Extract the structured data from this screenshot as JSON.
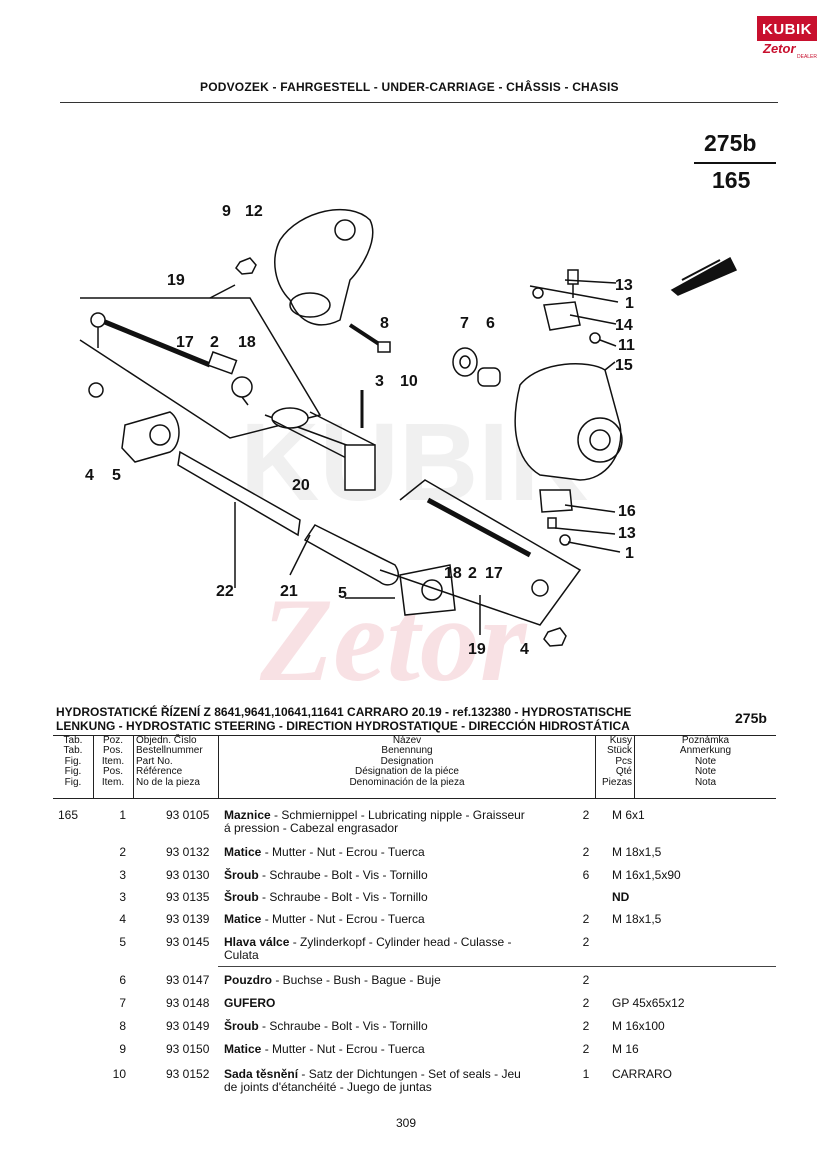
{
  "logo": {
    "brand": "KUBIK",
    "sub": "Zetor",
    "tag": "DEALER"
  },
  "header": {
    "title": "PODVOZEK - FAHRGESTELL - UNDER-CARRIAGE - CHÂSSIS - CHASIS"
  },
  "page_ref": {
    "top": "275b",
    "bottom": "165"
  },
  "diagram": {
    "callouts": [
      "9",
      "12",
      "19",
      "17",
      "2",
      "18",
      "8",
      "7",
      "6",
      "13",
      "1",
      "14",
      "11",
      "15",
      "3",
      "10",
      "4",
      "5",
      "20",
      "22",
      "21",
      "5",
      "18",
      "2",
      "17",
      "16",
      "13",
      "1",
      "19",
      "4"
    ]
  },
  "section": {
    "title_line1": "HYDROSTATICKÉ ŘÍZENÍ Z 8641,9641,10641,11641 CARRARO 20.19 - ref.132380 - HYDROSTATISCHE",
    "title_line2": "LENKUNG - HYDROSTATIC STEERING - DIRECTION HYDROSTATIQUE - DIRECCIÓN HIDROSTÁTICA",
    "ref": "275b"
  },
  "columns": {
    "tab": [
      "Tab.",
      "Tab.",
      "Fig.",
      "Fig.",
      "Fig."
    ],
    "poz": [
      "Poz.",
      "Pos.",
      "Item.",
      "Pos.",
      "Item."
    ],
    "obj": [
      "Objedn. Číslo",
      "Bestellnummer",
      "Part No.",
      "Référence",
      "No de la pieza"
    ],
    "nazev": [
      "Název",
      "Benennung",
      "Designation",
      "Désignation de la piéce",
      "Denominación de la pieza"
    ],
    "kusy": [
      "Kusy",
      "Stück",
      "Pcs",
      "Qté",
      "Piezas"
    ],
    "pozn": [
      "Poznámka",
      "Anmerkung",
      "Note",
      "Note",
      "Nota"
    ]
  },
  "rows": [
    {
      "tab": "165",
      "pos": "1",
      "part": "93 0105",
      "name": "Maznice",
      "rest": " - Schmiernippel - Lubricating nipple - Graisseur",
      "line2": "á pression - Cabezal engrasador",
      "qty": "2",
      "note": "M 6x1"
    },
    {
      "tab": "",
      "pos": "2",
      "part": "93 0132",
      "name": "Matice",
      "rest": " - Mutter - Nut - Ecrou - Tuerca",
      "line2": "",
      "qty": "2",
      "note": "M 18x1,5"
    },
    {
      "tab": "",
      "pos": "3",
      "part": "93 0130",
      "name": "Šroub",
      "rest": " - Schraube - Bolt - Vis - Tornillo",
      "line2": "",
      "qty": "6",
      "note": "M 16x1,5x90"
    },
    {
      "tab": "",
      "pos": "3",
      "part": "93 0135",
      "name": "Šroub",
      "rest": " - Schraube - Bolt - Vis - Tornillo",
      "line2": "",
      "qty": "",
      "note": "ND"
    },
    {
      "tab": "",
      "pos": "4",
      "part": "93 0139",
      "name": "Matice",
      "rest": " - Mutter - Nut - Ecrou - Tuerca",
      "line2": "",
      "qty": "2",
      "note": "M 18x1,5"
    },
    {
      "tab": "",
      "pos": "5",
      "part": "93 0145",
      "name": "Hlava válce",
      "rest": " - Zylinderkopf - Cylinder head - Culasse -",
      "line2": "Culata",
      "qty": "2",
      "note": ""
    },
    {
      "tab": "",
      "pos": "6",
      "part": "93 0147",
      "name": "Pouzdro",
      "rest": " - Buchse - Bush - Bague - Buje",
      "line2": "",
      "qty": "2",
      "note": ""
    },
    {
      "tab": "",
      "pos": "7",
      "part": "93 0148",
      "name": "GUFERO",
      "rest": "",
      "line2": "",
      "qty": "2",
      "note": "GP 45x65x12"
    },
    {
      "tab": "",
      "pos": "8",
      "part": "93 0149",
      "name": "Šroub",
      "rest": " - Schraube - Bolt - Vis - Tornillo",
      "line2": "",
      "qty": "2",
      "note": "M 16x100"
    },
    {
      "tab": "",
      "pos": "9",
      "part": "93 0150",
      "name": "Matice",
      "rest": " - Mutter - Nut - Ecrou - Tuerca",
      "line2": "",
      "qty": "2",
      "note": "M 16"
    },
    {
      "tab": "",
      "pos": "10",
      "part": "93 0152",
      "name": "Sada těsnění",
      "rest": " - Satz der Dichtungen - Set of seals - Jeu",
      "line2": "de joints d'étanchéité - Juego de juntas",
      "qty": "1",
      "note": "CARRARO"
    }
  ],
  "footer": {
    "page_number": "309"
  }
}
